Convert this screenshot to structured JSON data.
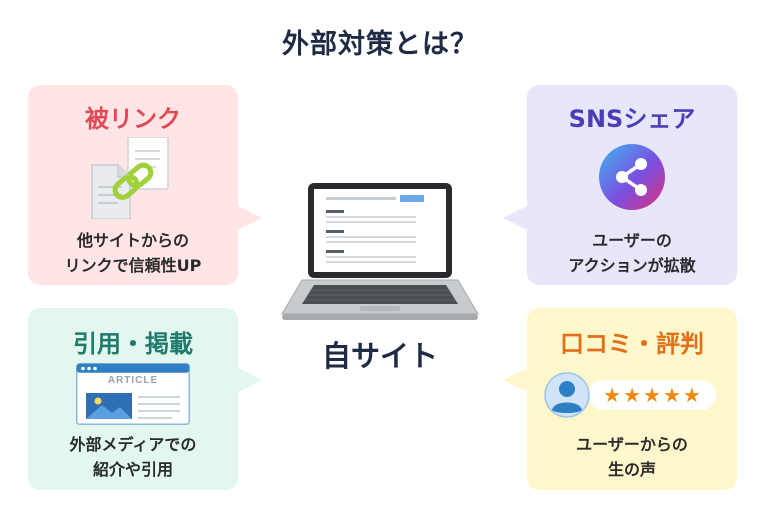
{
  "title": "外部対策とは？",
  "center_label": "自サイト",
  "cards": {
    "backlink": {
      "title": "被リンク",
      "desc": [
        "他サイトからの",
        "リンクで信頼性UP"
      ],
      "color": "#e04a55"
    },
    "sns": {
      "title": "SNSシェア",
      "desc": [
        "ユーザーの",
        "アクションが拡散"
      ],
      "color": "#4b3fb5"
    },
    "citation": {
      "title": "引用・掲載",
      "desc": [
        "外部メディアでの",
        "紹介や引用"
      ],
      "color": "#1f7a6b",
      "article_label": "ARTICLE"
    },
    "review": {
      "title": "口コミ・評判",
      "desc": [
        "ユーザーからの",
        "生の声"
      ],
      "color": "#e0701a",
      "rating": 5
    }
  },
  "icons": {
    "backlink": "document-link-icon",
    "sns": "share-icon",
    "citation": "article-icon",
    "review": "user-avatar-icon",
    "center": "laptop-icon"
  }
}
